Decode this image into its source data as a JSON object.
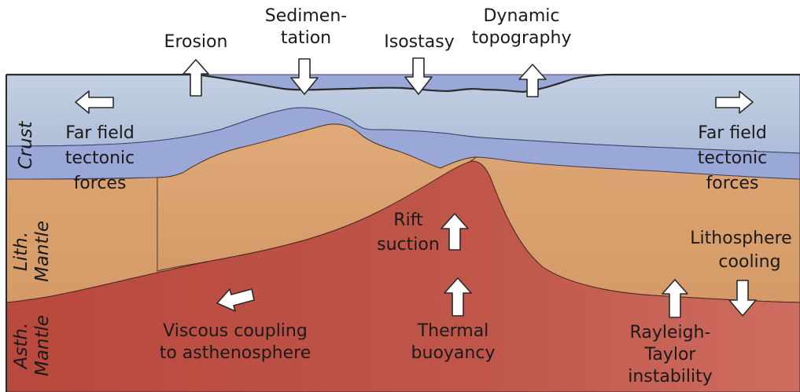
{
  "top_labels": {
    "erosion": "Erosion",
    "sedimentation_1": "Sedimen-",
    "sedimentation_2": "tation",
    "isostasy": "Isostasy",
    "dynamic_topography_1": "Dynamic",
    "dynamic_topography_2": "topography"
  },
  "crust_labels": {
    "far_field_left_1": "Far field",
    "far_field_left_2": "tectonic",
    "far_field_left_3": "forces",
    "far_field_right_1": "Far field",
    "far_field_right_2": "tectonic",
    "far_field_right_3": "forces"
  },
  "mantle_labels": {
    "rift_suction_1": "Rift",
    "rift_suction_2": "suction",
    "lithosphere_cooling_1": "Lithosphere",
    "lithosphere_cooling_2": "cooling",
    "viscous_coupling_1": "Viscous coupling",
    "viscous_coupling_2": "to asthenosphere",
    "thermal_buoyancy_1": "Thermal",
    "thermal_buoyancy_2": "buoyancy",
    "rayleigh_taylor_1": "Rayleigh-",
    "rayleigh_taylor_2": "Taylor",
    "rayleigh_taylor_3": "instability"
  },
  "layer_labels": {
    "crust": "Crust",
    "lith_mantle_1": "Lith.",
    "lith_mantle_2": "Mantle",
    "asth_mantle_1": "Asth.",
    "asth_mantle_2": "Mantle"
  },
  "colors": {
    "upper_crust": "#b7c6dc",
    "lower_crust": "#9aa8d8",
    "lithospheric_mantle": "#d9a06e",
    "asthenosphere": "#c0564a",
    "outline": "#2a2a2a"
  }
}
